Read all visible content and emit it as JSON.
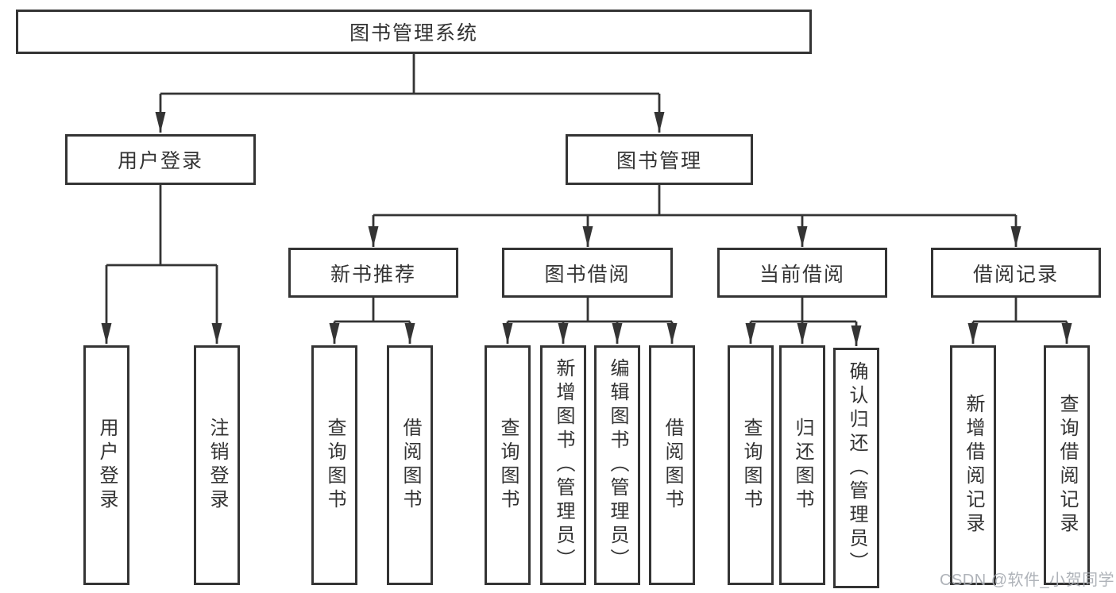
{
  "title": "图书管理系统",
  "tree": {
    "label": "图书管理系统",
    "children": [
      {
        "label": "用户登录",
        "children": [
          {
            "label": "用户登录"
          },
          {
            "label": "注销登录"
          }
        ]
      },
      {
        "label": "图书管理",
        "children": [
          {
            "label": "新书推荐",
            "children": [
              {
                "label": "查询图书"
              },
              {
                "label": "借阅图书"
              }
            ]
          },
          {
            "label": "图书借阅",
            "children": [
              {
                "label": "查询图书"
              },
              {
                "label": "新增图书（管理员）"
              },
              {
                "label": "编辑图书（管理员）"
              },
              {
                "label": "借阅图书"
              }
            ]
          },
          {
            "label": "当前借阅",
            "children": [
              {
                "label": "查询图书"
              },
              {
                "label": "归还图书"
              },
              {
                "label": "确认归还（管理员）"
              }
            ]
          },
          {
            "label": "借阅记录",
            "children": [
              {
                "label": "新增借阅记录"
              },
              {
                "label": "查询借阅记录"
              }
            ]
          }
        ]
      }
    ]
  },
  "watermark": {
    "text": "CSDN @软件_小贺同学"
  },
  "colors": {
    "line": "#343434",
    "box_border": "#343434",
    "text": "#333333",
    "watermark": "#a8adb3",
    "background": "#ffffff"
  }
}
